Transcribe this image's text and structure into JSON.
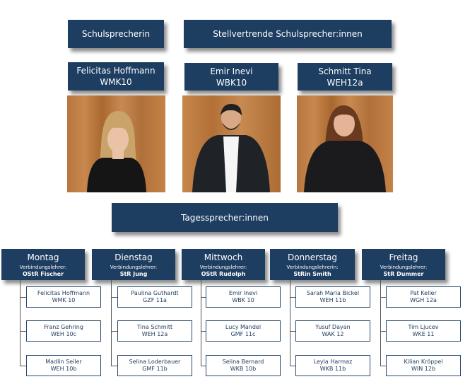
{
  "headers": {
    "schulsprecherin": "Schulsprecherin",
    "stellvertretende": "Stellvertrende Schulsprecher:innen",
    "tagessprecher": "Tagessprecher:innen"
  },
  "speakers": [
    {
      "name": "Felicitas Hoffmann",
      "class": "WMK10"
    },
    {
      "name": "Emir Inevi",
      "class": "WBK10"
    },
    {
      "name": "Schmitt Tina",
      "class": "WEH12a"
    }
  ],
  "days": [
    {
      "name": "Montag",
      "sub": "Verbindungslehrer:",
      "teacher": "OStR Fischer",
      "students": [
        {
          "name": "Felicitas Hoffmann",
          "class": "WMK 10"
        },
        {
          "name": "Franz Gehring",
          "class": "WEH 10c"
        },
        {
          "name": "Madlin Seiler",
          "class": "WEH 10b"
        }
      ]
    },
    {
      "name": "Dienstag",
      "sub": "Verbindungslehrer:",
      "teacher": "StR Jung",
      "students": [
        {
          "name": "Paulina Guthardt",
          "class": "GZF 11a"
        },
        {
          "name": "Tina Schmitt",
          "class": "WEH 12a"
        },
        {
          "name": "Selina Loderbauer",
          "class": "GMF 11b"
        }
      ]
    },
    {
      "name": "Mittwoch",
      "sub": "Verbindungslehrer:",
      "teacher": "OStR Rudolph",
      "students": [
        {
          "name": "Emir Inevi",
          "class": "WBK 10"
        },
        {
          "name": "Lucy Mandel",
          "class": "GMF 11c"
        },
        {
          "name": "Selina Bernard",
          "class": "WKB 10b"
        }
      ]
    },
    {
      "name": "Donnerstag",
      "sub": "Verbindungslehrerin:",
      "teacher": "StRin Smith",
      "students": [
        {
          "name": "Sarah Maria Bickel",
          "class": "WEH 11b"
        },
        {
          "name": "Yusuf Dayan",
          "class": "WAK 12"
        },
        {
          "name": "Leyla Harmaz",
          "class": "WKB 11b"
        }
      ]
    },
    {
      "name": "Freitag",
      "sub": "Verbindungslehrer:",
      "teacher": "StR Dummer",
      "students": [
        {
          "name": "Pat Keller",
          "class": "WGH 12a"
        },
        {
          "name": "Tim Ljucev",
          "class": "WKE 11"
        },
        {
          "name": "Kilian Kröppel",
          "class": "WIN 12b"
        }
      ]
    }
  ],
  "colors": {
    "navy": "#1d3d61",
    "card_border": "#2a4a6e",
    "wood": "#b7773f"
  }
}
